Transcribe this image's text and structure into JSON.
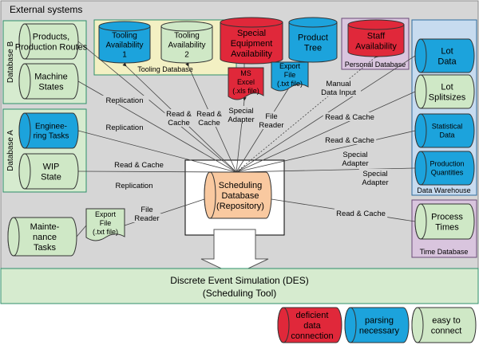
{
  "external_systems_label": "External systems",
  "database_b": {
    "label": "Database B",
    "items": [
      "Products, Production Routes",
      "Machine States"
    ]
  },
  "database_a": {
    "label": "Database A",
    "items": [
      "Engineering Tasks",
      "WIP State"
    ]
  },
  "tooling_database": {
    "label": "Tooling Database",
    "items": [
      "Tooling Availability 1",
      "Tooling Availability 2"
    ]
  },
  "special_equipment": "Special Equipment Availability",
  "ms_excel_file": "MS Excel (.xls file)",
  "product_tree": "Product Tree",
  "export_file_txt": "Export File (.txt file)",
  "personal_database": {
    "label": "Personal Database",
    "items": [
      "Staff Availability"
    ]
  },
  "data_warehouse": {
    "label": "Data Warehouse",
    "items": [
      "Lot Data",
      "Lot Splitsizes",
      "Statistical Data",
      "Production Quantities"
    ]
  },
  "time_database": {
    "label": "Time Database",
    "items": [
      "Process Times"
    ]
  },
  "maintenance_tasks": "Maintenance Tasks",
  "export_file_left": "Export File (.txt file)",
  "scheduling_database": "Scheduling Database (Repository)",
  "des_banner": "Discrete Event Simulation (DES) (Scheduling Tool)",
  "connection_labels": {
    "replication": "Replication",
    "read_cache": "Read & Cache",
    "special_adapter": "Special Adapter",
    "file_reader": "File Reader",
    "manual_input": "Manual Data Input"
  },
  "legend": [
    {
      "label": "deficient data connection",
      "color": "#e0283a"
    },
    {
      "label": "parsing necessary",
      "color": "#1ca3dc"
    },
    {
      "label": "easy to connect",
      "color": "#cfe8c6"
    }
  ],
  "colors": {
    "red": "#e0283a",
    "blue": "#1ca3dc",
    "green": "#cfe8c6",
    "orange": "#f9c9a0",
    "yellow_panel": "#f3f0c3",
    "purple_panel": "#d9c5de",
    "blue_panel": "#c7dbef",
    "green_panel": "#d6ebcf",
    "outer": "#d6d6d6"
  }
}
